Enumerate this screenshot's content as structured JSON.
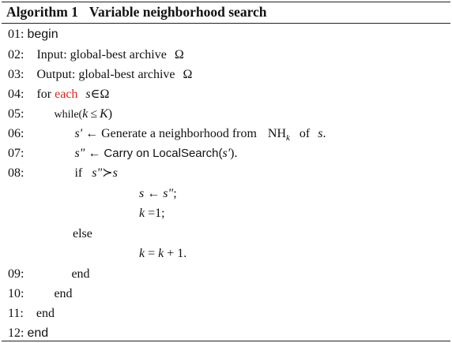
{
  "caption": {
    "label": "Algorithm 1",
    "title": "Variable neighborhood search"
  },
  "lines": [
    {
      "num": "01:",
      "text": "begin"
    },
    {
      "num": "02:",
      "text": "Input: global-best archive",
      "symbol": "Ω"
    },
    {
      "num": "03:",
      "text": "Output: global-best archive",
      "symbol": "Ω"
    },
    {
      "num": "04:",
      "keyword": "for",
      "highlight": "each",
      "var": "s",
      "op": "∈",
      "symbol": "Ω"
    },
    {
      "num": "05:",
      "keyword": "while(",
      "var": "k",
      "op": "≤",
      "var2": "K",
      "close": ")"
    },
    {
      "num": "06:",
      "var": "s'",
      "arrow": "←",
      "text": "Generate a neighborhood from",
      "nh": "NH",
      "nh_sub": "k",
      "of": "of",
      "var2": "s",
      "end": "."
    },
    {
      "num": "07:",
      "var": "s\"",
      "arrow": "←",
      "text": "Carry on LocalSearch(",
      "var2": "s'",
      "end": ")."
    },
    {
      "num": "08:",
      "keyword": "if",
      "var": "s\"",
      "op": "≻",
      "var2": "s"
    },
    {
      "num": "",
      "var": "s",
      "arrow": "←",
      "var2": "s\"",
      "end": ";"
    },
    {
      "num": "",
      "var": "k",
      "op": "=",
      "value": "1",
      "end": ";"
    },
    {
      "num": "",
      "keyword": "else"
    },
    {
      "num": "",
      "var": "k",
      "op": "=",
      "var2": "k",
      "plus": "+",
      "value": "1",
      "end": "."
    },
    {
      "num": "09:",
      "keyword": "end"
    },
    {
      "num": "10:",
      "keyword": "end"
    },
    {
      "num": "11:",
      "keyword": "end"
    },
    {
      "num": "12:",
      "text": "end"
    }
  ]
}
